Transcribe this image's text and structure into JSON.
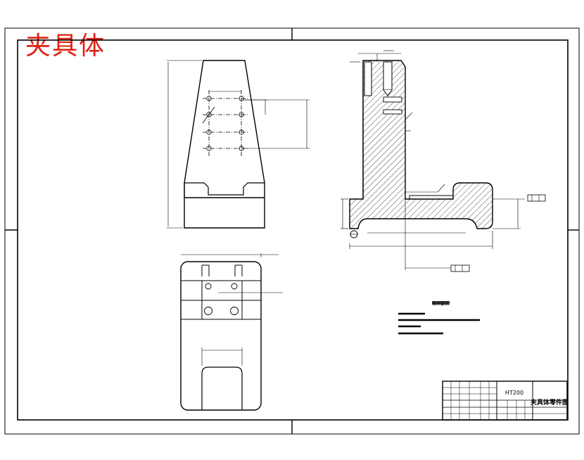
{
  "overlay": {
    "title": "夹具体",
    "title_color": "#e02010"
  },
  "drawing": {
    "stroke_color": "#000000",
    "hatch_color": "#000000",
    "title_block": {
      "drawing_code": "HT200",
      "part_name": "夹具体零件图"
    },
    "notes": {
      "heading": "技术要求"
    }
  }
}
